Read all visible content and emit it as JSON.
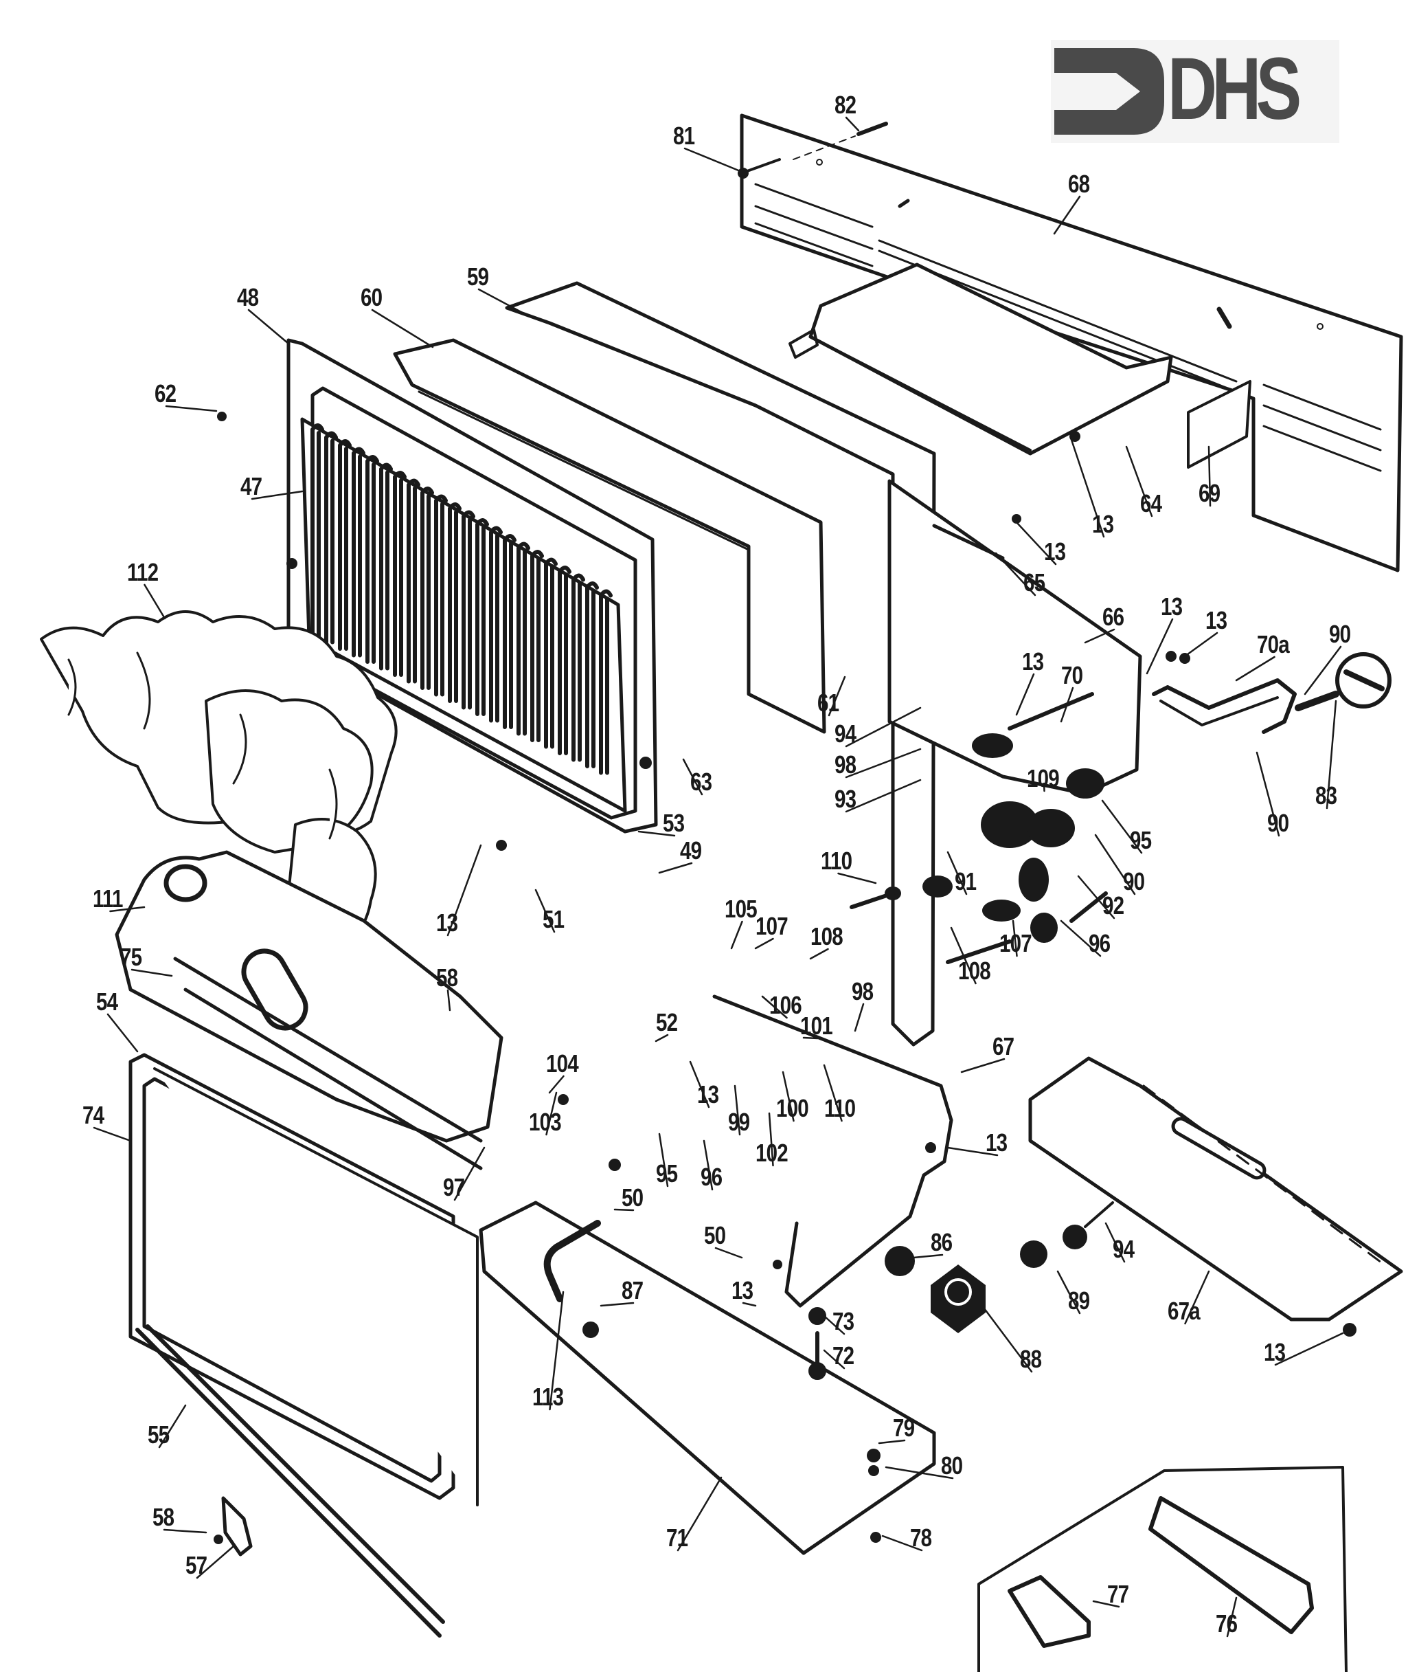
{
  "document": {
    "type": "exploded parts diagram",
    "subject": "gas fire assembly"
  },
  "logo": {
    "text": "DHS",
    "icon": "arrow-bracket-icon",
    "color": "#4a4a4a"
  },
  "colors": {
    "ink": "#1a1a1a",
    "paper": "#ffffff"
  },
  "part_labels": [
    {
      "id": "p82",
      "text": "82"
    },
    {
      "id": "p81",
      "text": "81"
    },
    {
      "id": "p68",
      "text": "68"
    },
    {
      "id": "p59",
      "text": "59"
    },
    {
      "id": "p48",
      "text": "48"
    },
    {
      "id": "p60",
      "text": "60"
    },
    {
      "id": "p62",
      "text": "62"
    },
    {
      "id": "p47",
      "text": "47"
    },
    {
      "id": "p112",
      "text": "112"
    },
    {
      "id": "p13a",
      "text": "13"
    },
    {
      "id": "p64",
      "text": "64"
    },
    {
      "id": "p69",
      "text": "69"
    },
    {
      "id": "p13b",
      "text": "13"
    },
    {
      "id": "p65",
      "text": "65"
    },
    {
      "id": "p66",
      "text": "66"
    },
    {
      "id": "p13c",
      "text": "13"
    },
    {
      "id": "p13d",
      "text": "13"
    },
    {
      "id": "p70a",
      "text": "70a"
    },
    {
      "id": "p90a",
      "text": "90"
    },
    {
      "id": "p13e",
      "text": "13"
    },
    {
      "id": "p70",
      "text": "70"
    },
    {
      "id": "p61",
      "text": "61"
    },
    {
      "id": "p94a",
      "text": "94"
    },
    {
      "id": "p98a",
      "text": "98"
    },
    {
      "id": "p93",
      "text": "93"
    },
    {
      "id": "p109",
      "text": "109"
    },
    {
      "id": "p83",
      "text": "83"
    },
    {
      "id": "p90b",
      "text": "90"
    },
    {
      "id": "p95a",
      "text": "95"
    },
    {
      "id": "p90c",
      "text": "90"
    },
    {
      "id": "p63",
      "text": "63"
    },
    {
      "id": "p53",
      "text": "53"
    },
    {
      "id": "p49",
      "text": "49"
    },
    {
      "id": "p110a",
      "text": "110"
    },
    {
      "id": "p91",
      "text": "91"
    },
    {
      "id": "p92",
      "text": "92"
    },
    {
      "id": "p111",
      "text": "111"
    },
    {
      "id": "p13f",
      "text": "13"
    },
    {
      "id": "p51",
      "text": "51"
    },
    {
      "id": "p105",
      "text": "105"
    },
    {
      "id": "p107a",
      "text": "107"
    },
    {
      "id": "p108a",
      "text": "108"
    },
    {
      "id": "p107b",
      "text": "107"
    },
    {
      "id": "p96a",
      "text": "96"
    },
    {
      "id": "p108b",
      "text": "108"
    },
    {
      "id": "p75",
      "text": "75"
    },
    {
      "id": "p58a",
      "text": "58"
    },
    {
      "id": "p106",
      "text": "106"
    },
    {
      "id": "p98b",
      "text": "98"
    },
    {
      "id": "p54",
      "text": "54"
    },
    {
      "id": "p52",
      "text": "52"
    },
    {
      "id": "p101",
      "text": "101"
    },
    {
      "id": "p67",
      "text": "67"
    },
    {
      "id": "p104",
      "text": "104"
    },
    {
      "id": "p74",
      "text": "74"
    },
    {
      "id": "p103",
      "text": "103"
    },
    {
      "id": "p13g",
      "text": "13"
    },
    {
      "id": "p99",
      "text": "99"
    },
    {
      "id": "p100",
      "text": "100"
    },
    {
      "id": "p110b",
      "text": "110"
    },
    {
      "id": "p13h",
      "text": "13"
    },
    {
      "id": "p102",
      "text": "102"
    },
    {
      "id": "p95b",
      "text": "95"
    },
    {
      "id": "p96b",
      "text": "96"
    },
    {
      "id": "p97",
      "text": "97"
    },
    {
      "id": "p50a",
      "text": "50"
    },
    {
      "id": "p50b",
      "text": "50"
    },
    {
      "id": "p86",
      "text": "86"
    },
    {
      "id": "p94b",
      "text": "94"
    },
    {
      "id": "p87",
      "text": "87"
    },
    {
      "id": "p13i",
      "text": "13"
    },
    {
      "id": "p73",
      "text": "73"
    },
    {
      "id": "p89",
      "text": "89"
    },
    {
      "id": "p67a",
      "text": "67a"
    },
    {
      "id": "p72",
      "text": "72"
    },
    {
      "id": "p88",
      "text": "88"
    },
    {
      "id": "p13j",
      "text": "13"
    },
    {
      "id": "p113",
      "text": "113"
    },
    {
      "id": "p55",
      "text": "55"
    },
    {
      "id": "p79",
      "text": "79"
    },
    {
      "id": "p80",
      "text": "80"
    },
    {
      "id": "p58b",
      "text": "58"
    },
    {
      "id": "p71",
      "text": "71"
    },
    {
      "id": "p78",
      "text": "78"
    },
    {
      "id": "p57",
      "text": "57"
    },
    {
      "id": "p77",
      "text": "77"
    },
    {
      "id": "p76",
      "text": "76"
    }
  ]
}
